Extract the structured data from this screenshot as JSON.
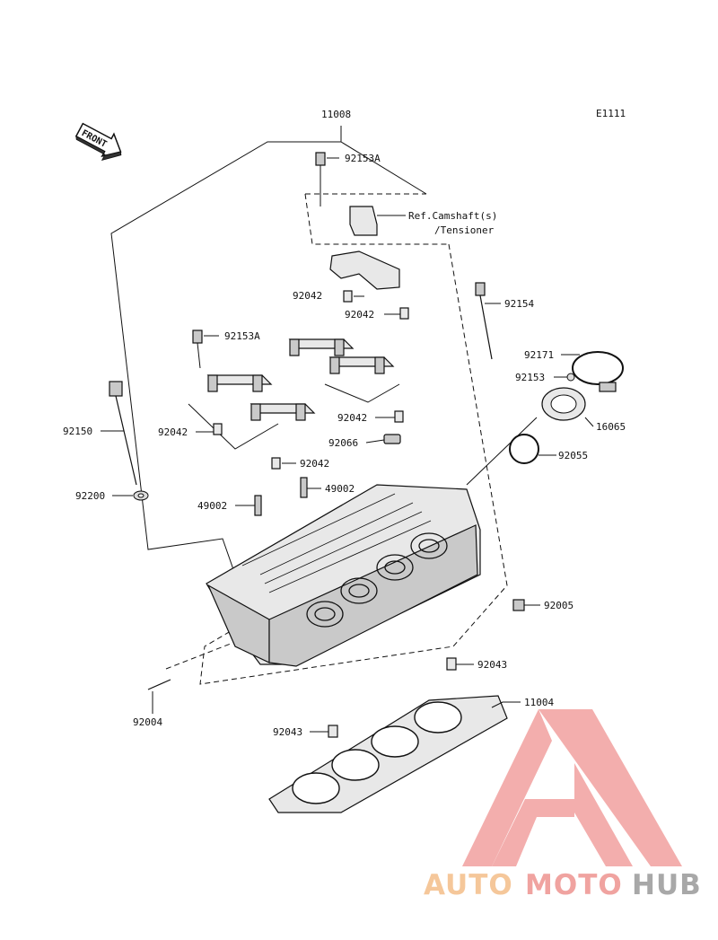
{
  "diagram": {
    "code": "E1111",
    "front_label": "FRONT",
    "ref_line1": "Ref.Camshaft(s)",
    "ref_line2": "/Tensioner",
    "parts": {
      "p11008": "11008",
      "p92153A_top": "92153A",
      "p92042_a": "92042",
      "p92042_b": "92042",
      "p92154": "92154",
      "p92153A_mid": "92153A",
      "p92171": "92171",
      "p92153": "92153",
      "p16065": "16065",
      "p92150": "92150",
      "p92042_c": "92042",
      "p92042_d": "92042",
      "p92066": "92066",
      "p92055": "92055",
      "p92042_e": "92042",
      "p92200": "92200",
      "p49002_a": "49002",
      "p49002_b": "49002",
      "p92005": "92005",
      "p92043_a": "92043",
      "p11004": "11004",
      "p92004": "92004",
      "p92043_b": "92043"
    }
  },
  "watermark": {
    "text_auto": "AUTO",
    "text_moto": "MOTO",
    "text_hub": "HUB",
    "color_auto": "#f5c79a",
    "color_moto": "#f0a3a0",
    "color_hub": "#a8a8a8",
    "color_logo": "#f2a19f"
  }
}
